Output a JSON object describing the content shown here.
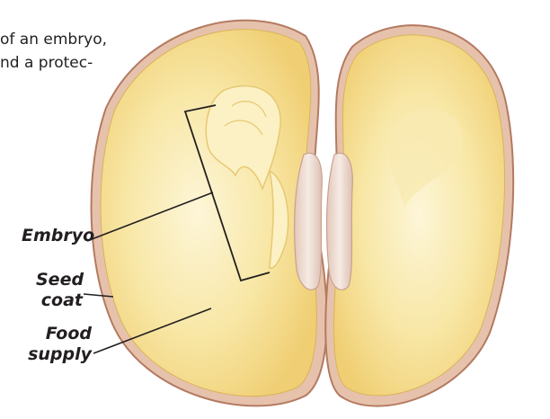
{
  "intro_text": {
    "line1": "of an embryo,",
    "line2": "nd a protec-"
  },
  "labels": {
    "embryo": "Embryo",
    "seed_coat_line1": "Seed",
    "seed_coat_line2": "coat",
    "food_supply_line1": "Food",
    "food_supply_line2": "supply"
  },
  "colors": {
    "seed_coat": "#c9957a",
    "food_supply": "#f6dd8a",
    "cotyledon_highlight": "#fdf6d8",
    "embryo": "#fbf1c4",
    "hilum": "#ecd7cc",
    "leader_line": "#231f20"
  }
}
